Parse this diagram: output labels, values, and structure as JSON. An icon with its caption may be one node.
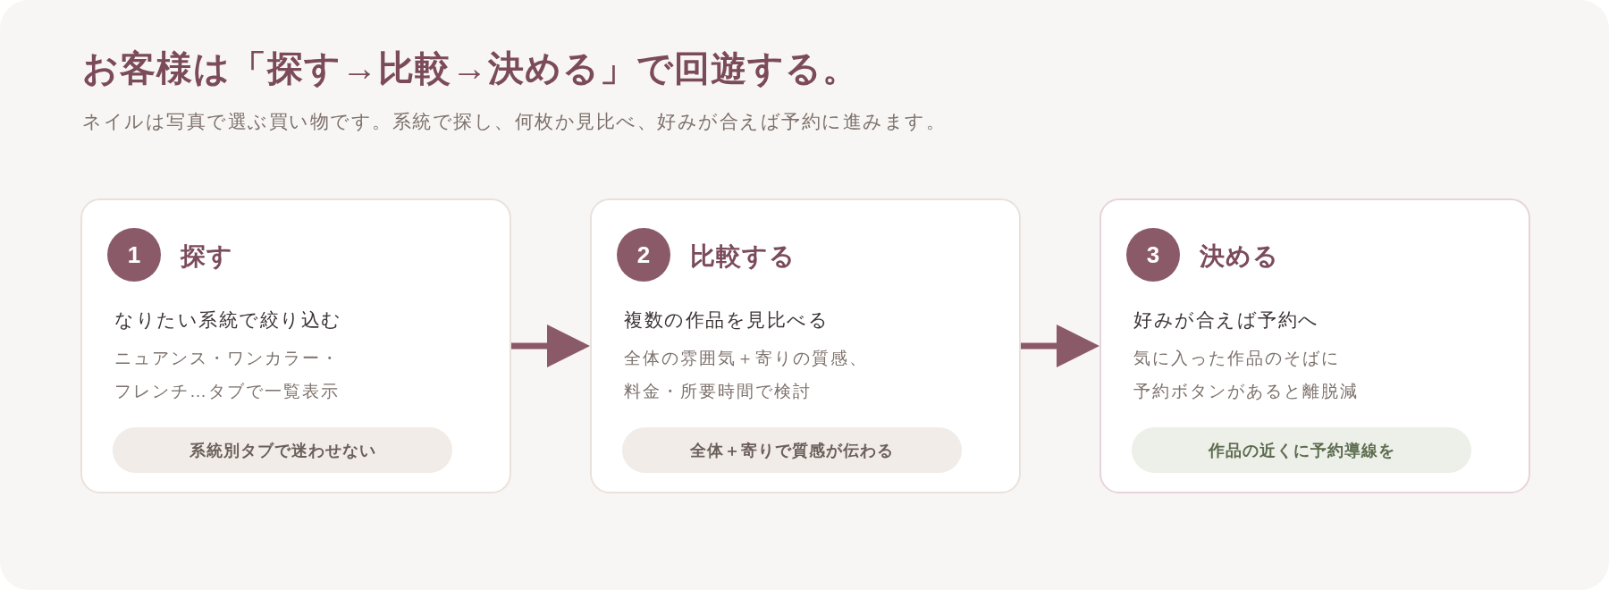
{
  "diagram": {
    "title": "お客様は「探す→比較→決める」で回遊する。",
    "nodes": [
      {
        "text": [
          "探す",
          "なりたい系統で絞り込む",
          "ニュアンス・ワンカラー・フレンチ…タブで一覧表示"
        ]
      },
      {
        "text": [
          "1"
        ],
        "in": 0
      },
      {
        "text": [
          "系統別タブで迷わせない"
        ],
        "in": 0
      },
      {
        "text": [
          "比較する",
          "複数の作品を見比べる",
          "全体の雰囲気＋寄りの質感、料金・所要時間で検討"
        ]
      },
      {
        "text": [
          "2"
        ],
        "in": 3
      },
      {
        "text": [
          "全体＋寄りで質感が伝わる"
        ],
        "in": 3
      },
      {
        "text": [
          "決める",
          "好みが合えば予約へ",
          "気に入った作品のそばに予約ボタンがあると離脱減"
        ]
      },
      {
        "text": [
          "3"
        ],
        "in": 6
      },
      {
        "text": [
          "作品の近くに予約導線を"
        ],
        "in": 6
      }
    ],
    "edges": [
      {
        "from": 0,
        "to": 3,
        "arrow": "to"
      },
      {
        "from": 3,
        "to": 6,
        "arrow": "to"
      }
    ],
    "labels": [
      "ネイルは写真で選ぶ買い物です。系統で探し、何枚か見比べ、好みが合えば予約に進みます。"
    ]
  }
}
